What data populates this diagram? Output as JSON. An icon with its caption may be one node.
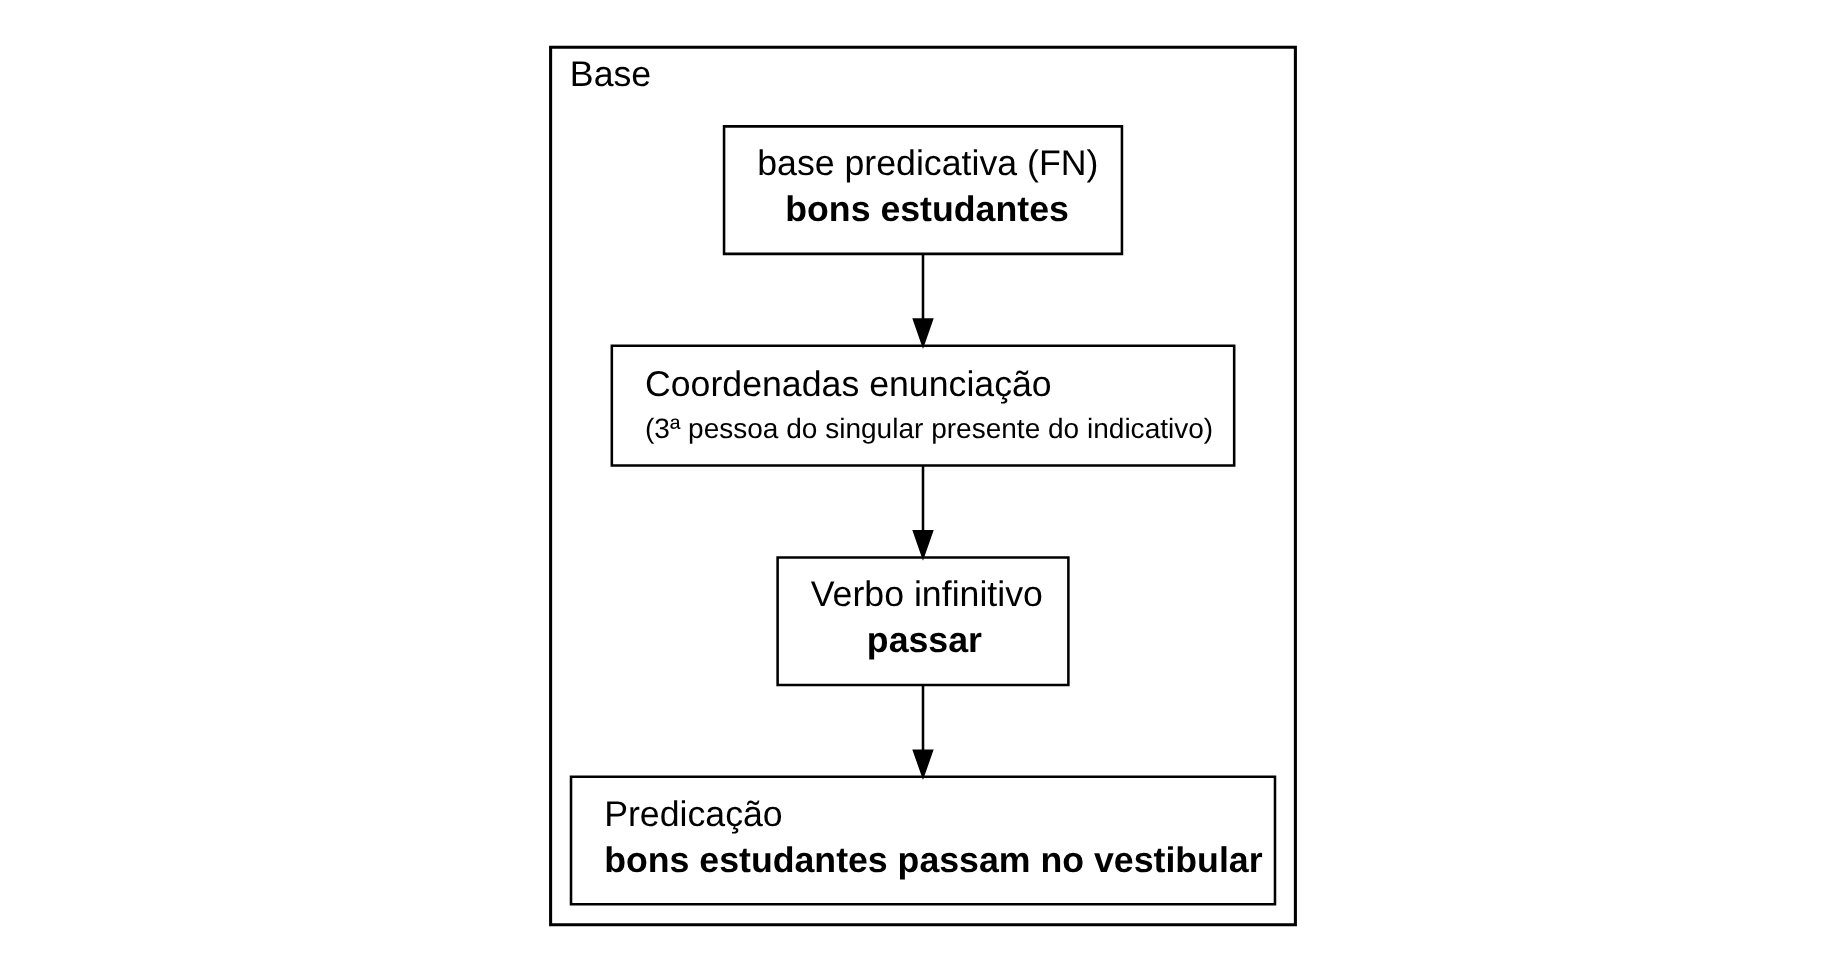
{
  "diagram": {
    "nodes": [
      {
        "text": [
          "Base"
        ]
      },
      {
        "text": [
          "base predicativa (FN)",
          "bons estudantes"
        ],
        "in": 0
      },
      {
        "text": [
          "Coordenadas enunciação",
          "(3ª pessoa do singular presente do indicativo)"
        ],
        "in": 0
      },
      {
        "text": [
          "Verbo infinitivo",
          "passar"
        ],
        "in": 0
      },
      {
        "text": [
          "Predicação",
          "bons estudantes passam no vestibular"
        ],
        "in": 0
      }
    ],
    "edges": [
      {
        "from": 1,
        "to": 2,
        "arrow": "to"
      },
      {
        "from": 2,
        "to": 3,
        "arrow": "to"
      },
      {
        "from": 3,
        "to": 4,
        "arrow": "to"
      }
    ]
  }
}
